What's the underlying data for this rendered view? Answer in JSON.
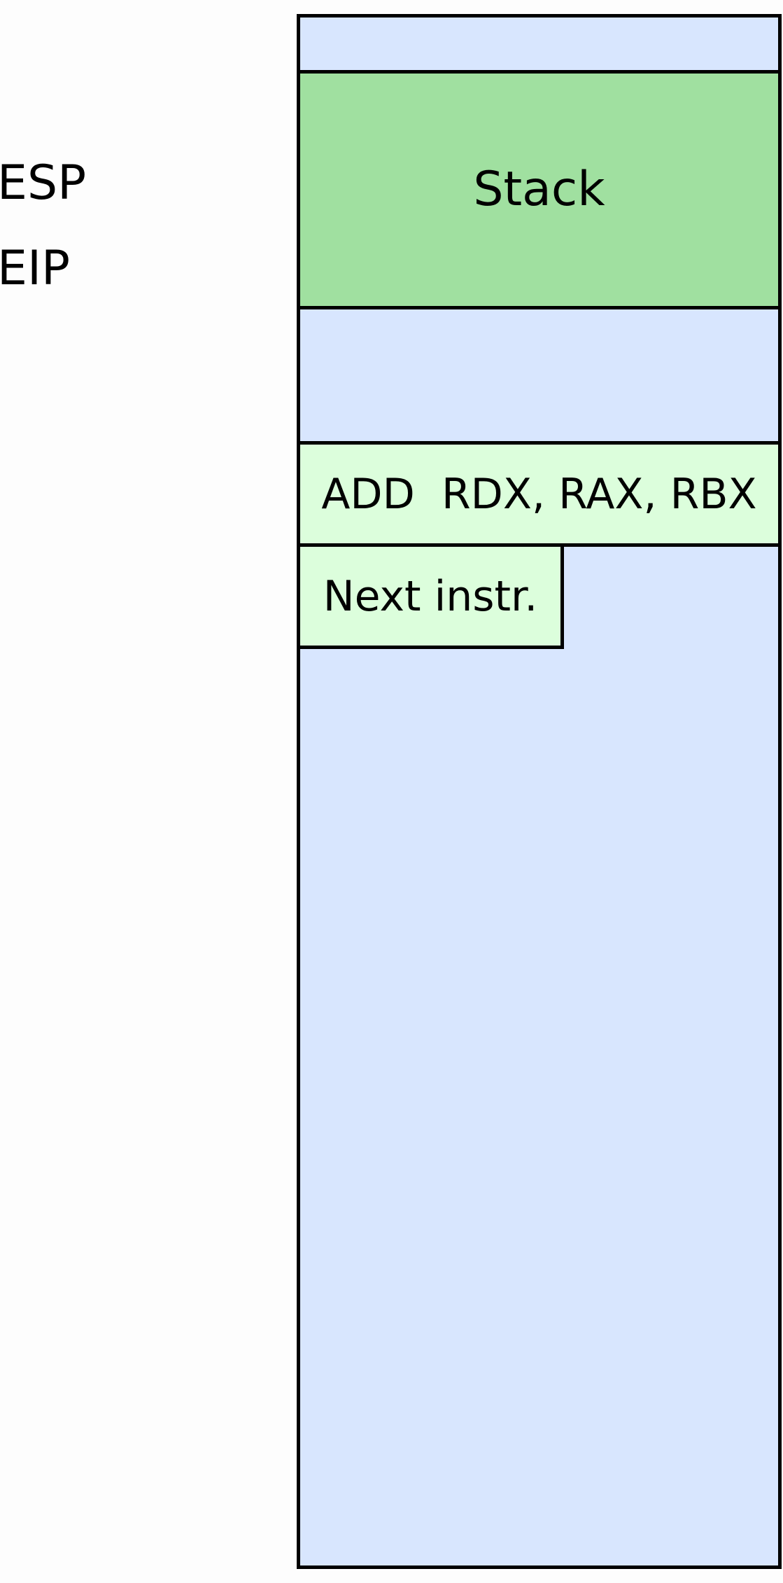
{
  "registers": {
    "esp": "ESP",
    "eip": "EIP"
  },
  "memory": {
    "stack_label": "Stack",
    "current_instruction": "ADD  RDX, RAX, RBX",
    "next_instruction": "Next instr."
  },
  "colors": {
    "memory_background": "#d8e6fe",
    "stack_fill": "#a0e0a0",
    "instruction_fill": "#dcfedc",
    "outline": "#000000"
  }
}
